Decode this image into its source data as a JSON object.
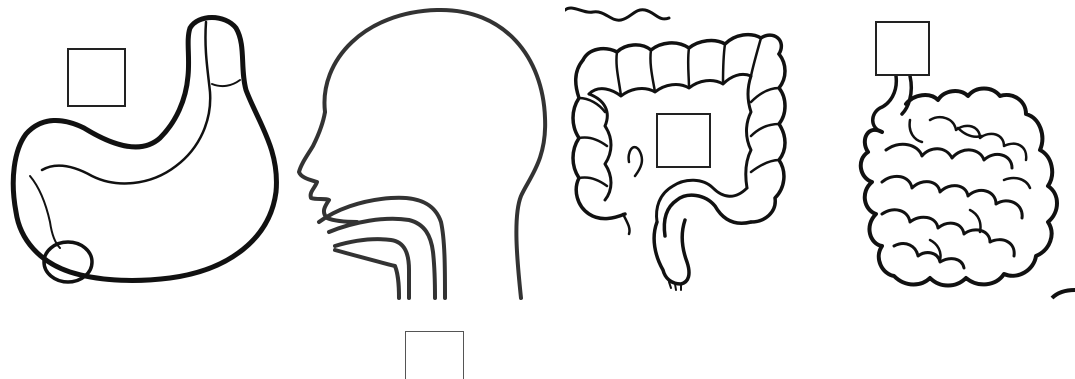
{
  "worksheet": {
    "organs": [
      {
        "id": "stomach",
        "label": ""
      },
      {
        "id": "mouth-esophagus",
        "label": ""
      },
      {
        "id": "large-intestine",
        "label": ""
      },
      {
        "id": "small-intestine",
        "label": ""
      }
    ],
    "extra_label": ""
  },
  "colors": {
    "line": "#111111",
    "background": "#ffffff"
  }
}
